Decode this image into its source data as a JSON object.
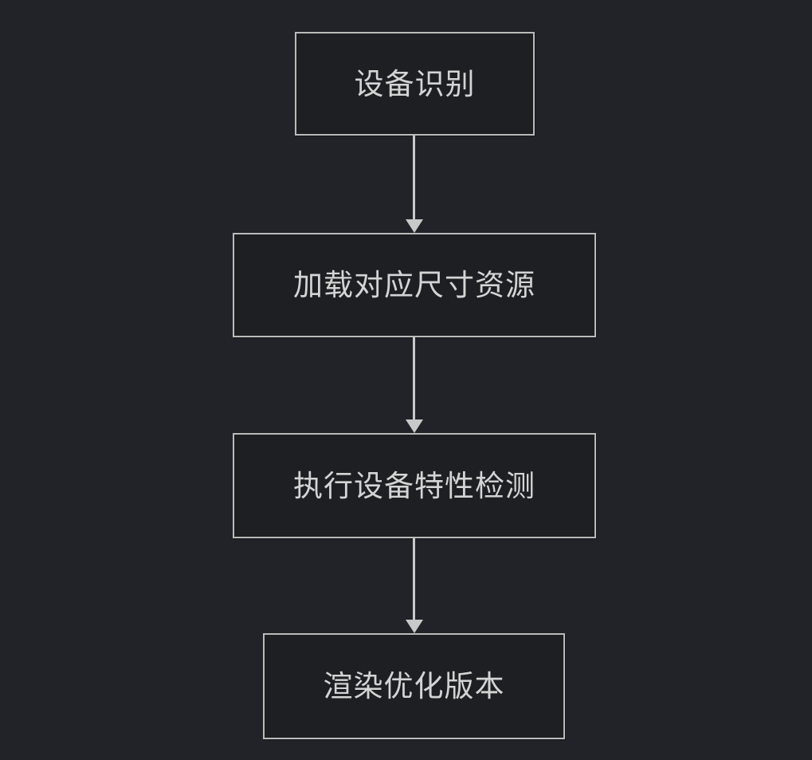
{
  "colors": {
    "background": "#212329",
    "node_fill": "#1e1f22",
    "node_border": "#b9bbb9",
    "node_text": "#d4d4d4",
    "arrow": "#c9c9c9"
  },
  "flowchart": {
    "type": "flowchart-top-down",
    "nodes": [
      {
        "label": "设备识别"
      },
      {
        "label": "加载对应尺寸资源"
      },
      {
        "label": "执行设备特性检测"
      },
      {
        "label": "渲染优化版本"
      }
    ],
    "edges": [
      {
        "from": 0,
        "to": 1,
        "style": "arrow-down"
      },
      {
        "from": 1,
        "to": 2,
        "style": "arrow-down"
      },
      {
        "from": 2,
        "to": 3,
        "style": "arrow-down"
      }
    ]
  }
}
